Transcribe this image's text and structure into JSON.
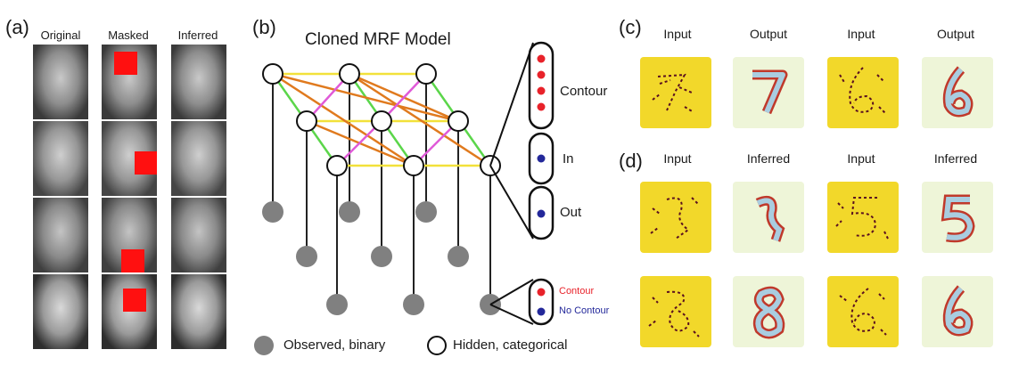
{
  "panel_a": {
    "label": "(a)",
    "columns": [
      "Original",
      "Masked",
      "Inferred"
    ]
  },
  "panel_b": {
    "label": "(b)",
    "title": "Cloned MRF Model",
    "states": [
      "Contour",
      "In",
      "Out"
    ],
    "observed_states": [
      "Contour",
      "No Contour"
    ],
    "legend": {
      "observed": "Observed, binary",
      "hidden": "Hidden, categorical"
    },
    "colors": {
      "edge_yellow": "#f2e13a",
      "edge_green": "#5bd64a",
      "edge_orange": "#e07a1e",
      "edge_magenta": "#e05ad8",
      "contour": "#e8222a",
      "nocontour": "#23289a",
      "observed": "#808080"
    }
  },
  "panel_c": {
    "label": "(c)",
    "columns": [
      "Input",
      "Output",
      "Input",
      "Output"
    ]
  },
  "panel_d": {
    "label": "(d)",
    "columns": [
      "Input",
      "Inferred",
      "Input",
      "Inferred"
    ]
  }
}
